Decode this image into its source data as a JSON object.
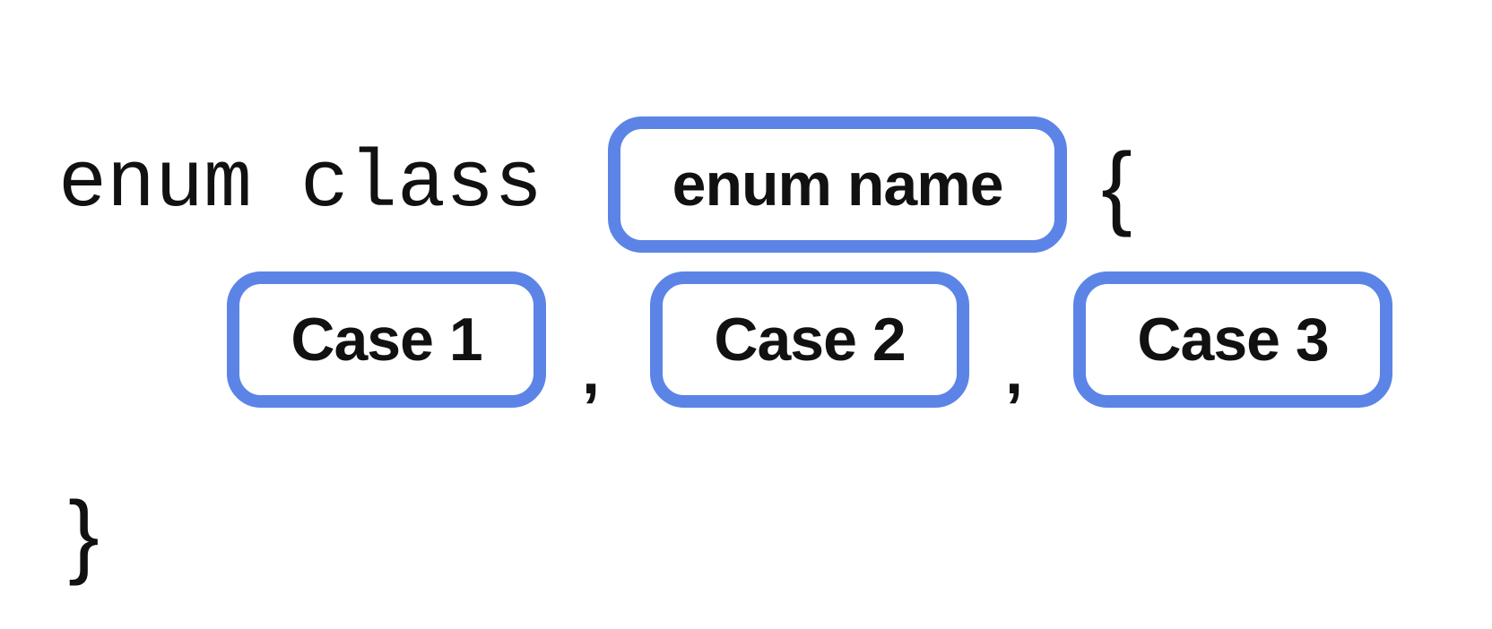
{
  "diagram": {
    "keyword": "enum class",
    "enum_name": {
      "label": "enum name"
    },
    "cases": [
      {
        "label": "Case 1"
      },
      {
        "label": "Case 2"
      },
      {
        "label": "Case 3"
      }
    ],
    "comma": ",",
    "open_brace": "{",
    "close_brace": "}",
    "colors": {
      "box_border": "#5b84e6",
      "box_fill": "#ffffff",
      "text": "#111111",
      "background": "#ffffff"
    }
  }
}
